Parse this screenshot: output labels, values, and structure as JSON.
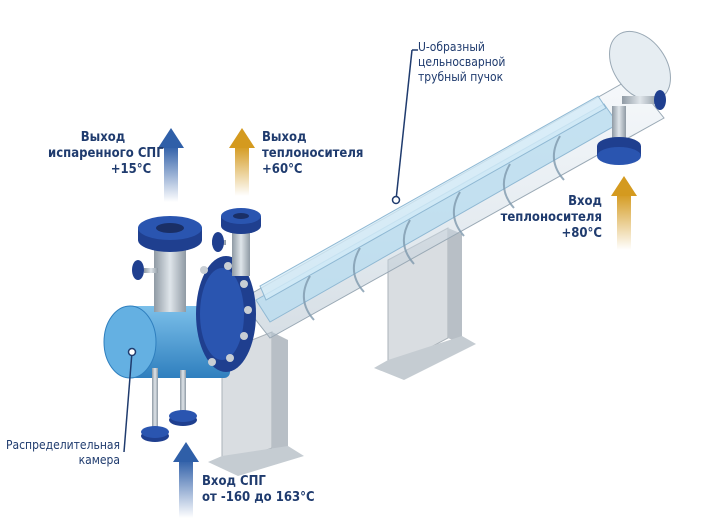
{
  "labels": {
    "lng_out": {
      "line1": "Выход",
      "line2": "испаренного СПГ",
      "line3": "+15°C"
    },
    "coolant_out": {
      "line1": "Выход",
      "line2": "теплоносителя",
      "line3": "+60°C"
    },
    "tube_bundle": {
      "line1": "U-образный",
      "line2": "цельносварной",
      "line3": "трубный пучок"
    },
    "coolant_in": {
      "line1": "Вход",
      "line2": "теплоносителя",
      "line3": "+80°C"
    },
    "distribution": {
      "line1": "Распределительная",
      "line2": "камера"
    },
    "lng_in": {
      "line1": "Вход СПГ",
      "line2": "от -160 до 163°C"
    }
  },
  "colors": {
    "label_text": "#1f3b6e",
    "lng_arrow": "#2f5fa8",
    "coolant_arrow": "#d49a1f",
    "shell": "#c9d7e2",
    "chamber": "#4ea0d6",
    "flange": "#1f3f8f",
    "tubes": "#b9dcef",
    "support": "#d9dde1"
  }
}
